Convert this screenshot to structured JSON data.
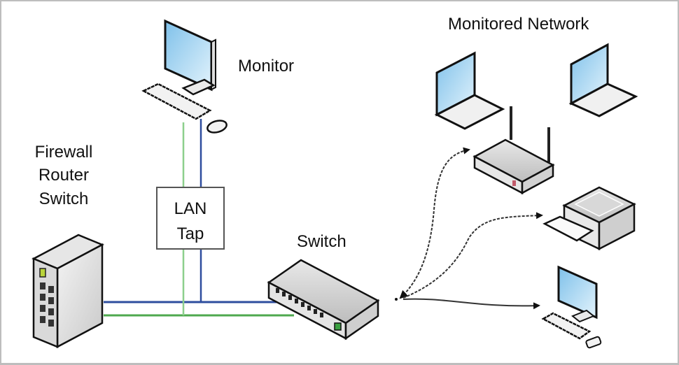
{
  "title": "Network monitoring with a LAN Tap",
  "labels": {
    "monitor": "Monitor",
    "monitored_network": "Monitored Network",
    "firewall_lines": [
      "Firewall",
      "Router",
      "Switch"
    ],
    "lan_tap_lines": [
      "LAN",
      "Tap"
    ],
    "switch": "Switch"
  },
  "nodes": [
    {
      "id": "monitor-pc",
      "kind": "desktop-computer",
      "label": "Monitor"
    },
    {
      "id": "firewall",
      "kind": "firewall-router-switch",
      "label": "Firewall Router Switch"
    },
    {
      "id": "lan-tap",
      "kind": "lan-tap",
      "label": "LAN Tap"
    },
    {
      "id": "switch",
      "kind": "network-switch",
      "label": "Switch"
    },
    {
      "id": "laptop-1",
      "kind": "laptop",
      "group": "Monitored Network"
    },
    {
      "id": "laptop-2",
      "kind": "laptop",
      "group": "Monitored Network"
    },
    {
      "id": "wifi-router",
      "kind": "wireless-router",
      "group": "Monitored Network"
    },
    {
      "id": "printer",
      "kind": "printer",
      "group": "Monitored Network"
    },
    {
      "id": "desktop",
      "kind": "desktop-computer",
      "group": "Monitored Network"
    }
  ],
  "links": [
    {
      "from": "firewall",
      "to": "switch",
      "color": "#2e4d9e",
      "style": "solid"
    },
    {
      "from": "firewall",
      "to": "switch",
      "color": "#4ea84e",
      "style": "solid"
    },
    {
      "from": "lan-tap",
      "to": "monitor-pc",
      "color": "#6fbf6f",
      "style": "solid"
    },
    {
      "from": "lan-tap",
      "to": "monitor-pc",
      "color": "#2e4d9e",
      "style": "solid"
    },
    {
      "from": "switch",
      "to": "wifi-router",
      "style": "dashed-arrow"
    },
    {
      "from": "switch",
      "to": "printer",
      "style": "dashed-arrow"
    },
    {
      "from": "switch",
      "to": "desktop",
      "style": "arrow"
    }
  ],
  "colors": {
    "blue_cable": "#2e4d9e",
    "green_cable": "#4ea84e",
    "screen": "#a9d6f2",
    "border": "#bdbdbd"
  }
}
